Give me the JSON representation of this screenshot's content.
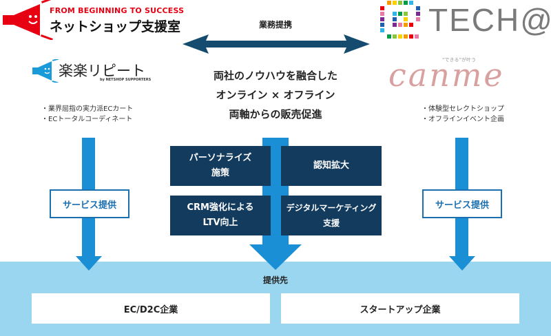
{
  "logos": {
    "netshop": {
      "tagline": "FROM BEGINNING TO SUCCESS",
      "name": "ネットショップ支援室",
      "icon": "megaphone-icon",
      "color": "#e60012"
    },
    "tech": {
      "name": "TECH@",
      "icon": "color-grid-icon",
      "color": "#7a7a7a"
    },
    "rakuraku": {
      "name": "楽楽リピート",
      "sub": "by NETSHOP SUPPORTERS",
      "icon": "megaphone-icon",
      "color": "#1a9ad9"
    },
    "canme": {
      "name": "canme",
      "tagline": "“できる”が叶う",
      "color": "#d9a0a0"
    }
  },
  "partnership": {
    "label": "業務提携",
    "icon": "double-arrow-icon",
    "color": "#154b6e",
    "message": [
      "両社のノウハウを融合した",
      "オンライン × オフライン",
      "両軸からの販売促進"
    ]
  },
  "left": {
    "bullets": [
      "・業界屈指の実力派ECカート",
      "・ECトータルコーディネート"
    ],
    "service_label": "サービス提供"
  },
  "right": {
    "bullets": [
      "・体験型セレクトショップ",
      "・オフラインイベント企画"
    ],
    "service_label": "サービス提供"
  },
  "center_boxes": [
    "パーソナライズ\n施策",
    "認知拡大",
    "CRM強化による\nLTV向上",
    "デジタルマーケティング\n支援"
  ],
  "destination": {
    "label": "提供先",
    "targets": [
      "EC/D2C企業",
      "スタートアップ企業"
    ]
  },
  "colors": {
    "arrow_blue": "#1a8fd6",
    "band": "#9bd6f0",
    "dark_box": "#123b5e"
  }
}
